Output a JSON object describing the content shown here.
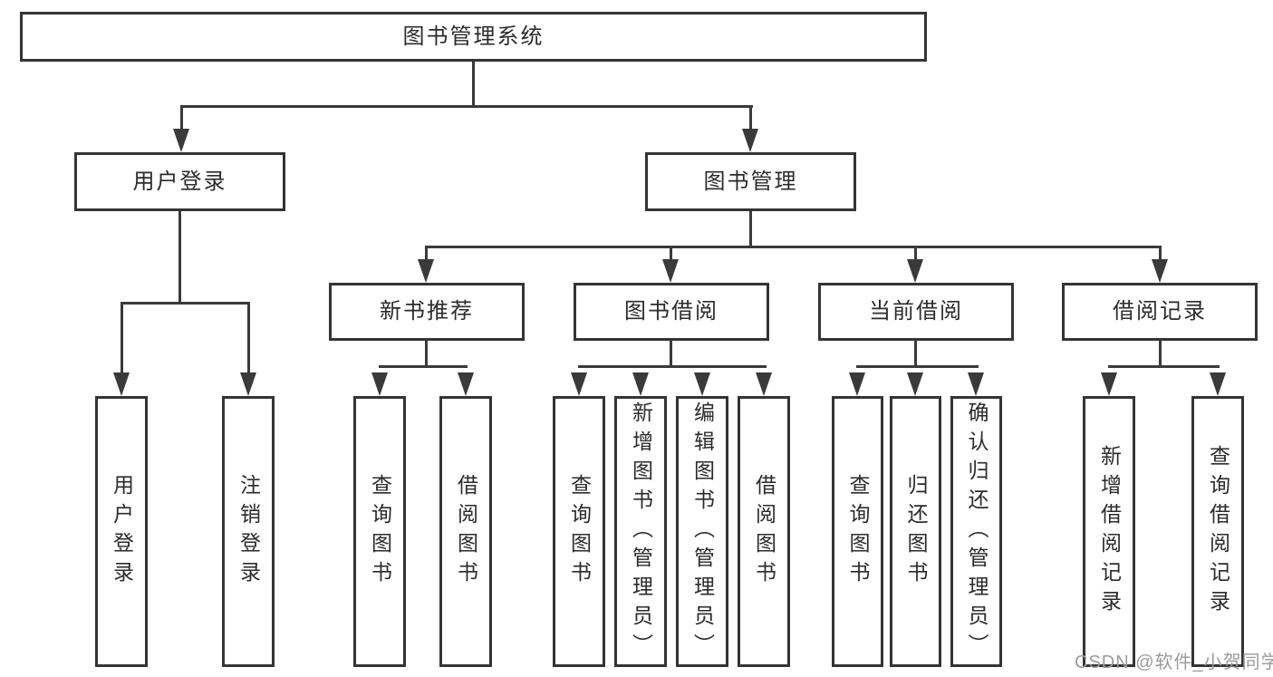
{
  "diagram": {
    "type": "hierarchy-tree",
    "line_color": "#3a3a3a",
    "text_color": "#2b2b2b",
    "background": "#ffffff",
    "tree": {
      "label": "图书管理系统",
      "children": [
        {
          "label": "用户登录",
          "children": [
            {
              "label": "用户登录"
            },
            {
              "label": "注销登录"
            }
          ]
        },
        {
          "label": "图书管理",
          "children": [
            {
              "label": "新书推荐",
              "children": [
                {
                  "label": "查询图书"
                },
                {
                  "label": "借阅图书"
                }
              ]
            },
            {
              "label": "图书借阅",
              "children": [
                {
                  "label": "查询图书"
                },
                {
                  "label": "新增图书（管理员）"
                },
                {
                  "label": "编辑图书（管理员）"
                },
                {
                  "label": "借阅图书"
                }
              ]
            },
            {
              "label": "当前借阅",
              "children": [
                {
                  "label": "查询图书"
                },
                {
                  "label": "归还图书"
                },
                {
                  "label": "确认归还（管理员）"
                }
              ]
            },
            {
              "label": "借阅记录",
              "children": [
                {
                  "label": "新增借阅记录"
                },
                {
                  "label": "查询借阅记录"
                }
              ]
            }
          ]
        }
      ]
    }
  },
  "watermark": {
    "text": "CSDN @软件_小贺同学",
    "color": "#9b9b9b"
  }
}
